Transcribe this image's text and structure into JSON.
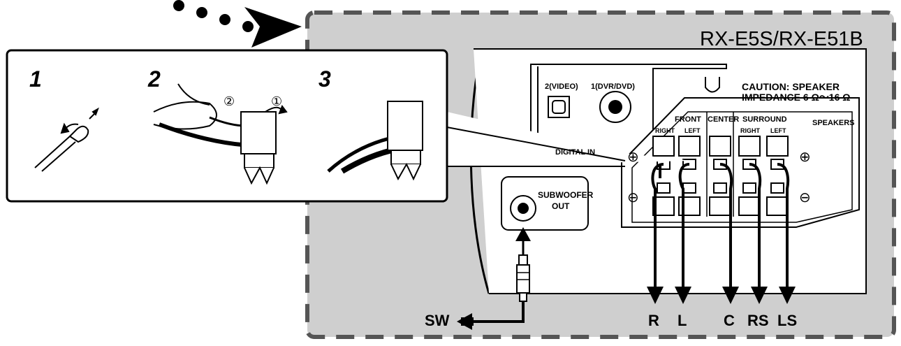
{
  "model": "RX-E5S/RX-E51B",
  "steps": [
    "1",
    "2",
    "3"
  ],
  "circled": [
    "②",
    "①"
  ],
  "digital_in": {
    "video": "2(VIDEO)",
    "dvr": "1(DVR/DVD)",
    "label": "DIGITAL IN"
  },
  "caution": {
    "line1": "CAUTION: SPEAKER",
    "line2": "IMPEDANCE 6 Ω〜16 Ω"
  },
  "groups": {
    "front": "FRONT",
    "center": "CENTER",
    "surround": "SURROUND",
    "speakers": "SPEAKERS"
  },
  "sub": {
    "front_right": "RIGHT",
    "front_left": "LEFT",
    "sur_right": "RIGHT",
    "sur_left": "LEFT"
  },
  "subwoofer": {
    "line1": "SUBWOOFER",
    "line2": "OUT"
  },
  "polarity": {
    "plus": "⊕",
    "minus": "⊖"
  },
  "outputs": [
    "R",
    "L",
    "C",
    "RS",
    "LS"
  ],
  "sw_label": "SW",
  "colors": {
    "panel_bg": "#cfcfcf",
    "dash": "#555555",
    "cable": "#000000",
    "inner": "#ffffff"
  }
}
